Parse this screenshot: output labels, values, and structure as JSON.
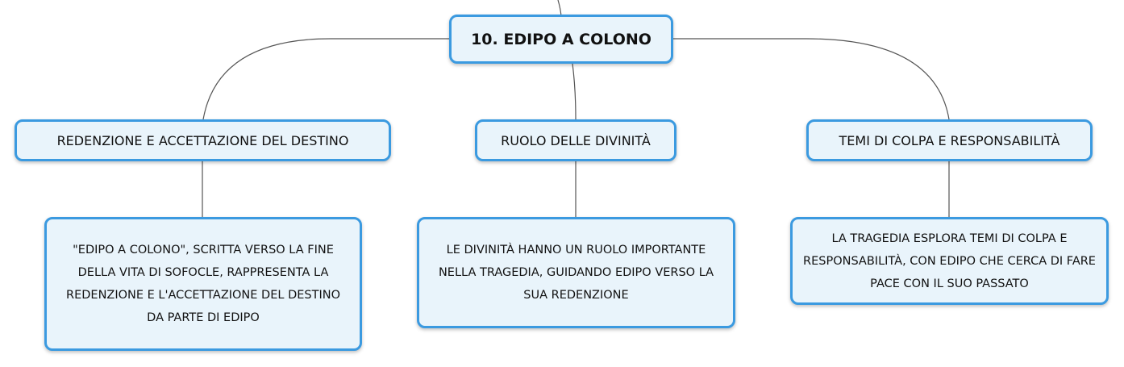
{
  "root": {
    "title": "10. EDIPO A COLONO"
  },
  "branches": [
    {
      "topic": "REDENZIONE E ACCETTAZIONE DEL DESTINO",
      "detail": "\"EDIPO A COLONO\", SCRITTA VERSO LA FINE DELLA VITA DI SOFOCLE, RAPPRESENTA LA REDENZIONE E L'ACCETTAZIONE DEL DESTINO DA PARTE DI EDIPO"
    },
    {
      "topic": "RUOLO DELLE DIVINITÀ",
      "detail": "LE DIVINITÀ HANNO UN RUOLO IMPORTANTE NELLA TRAGEDIA, GUIDANDO EDIPO VERSO LA SUA REDENZIONE"
    },
    {
      "topic": "TEMI DI COLPA E RESPONSABILITÀ",
      "detail": "LA TRAGEDIA ESPLORA TEMI DI COLPA E RESPONSABILITÀ, CON EDIPO CHE CERCA DI FARE PACE CON IL SUO PASSATO"
    }
  ],
  "colors": {
    "node_border": "#3b9ae0",
    "node_fill": "#e9f4fb",
    "connector": "#555555"
  }
}
